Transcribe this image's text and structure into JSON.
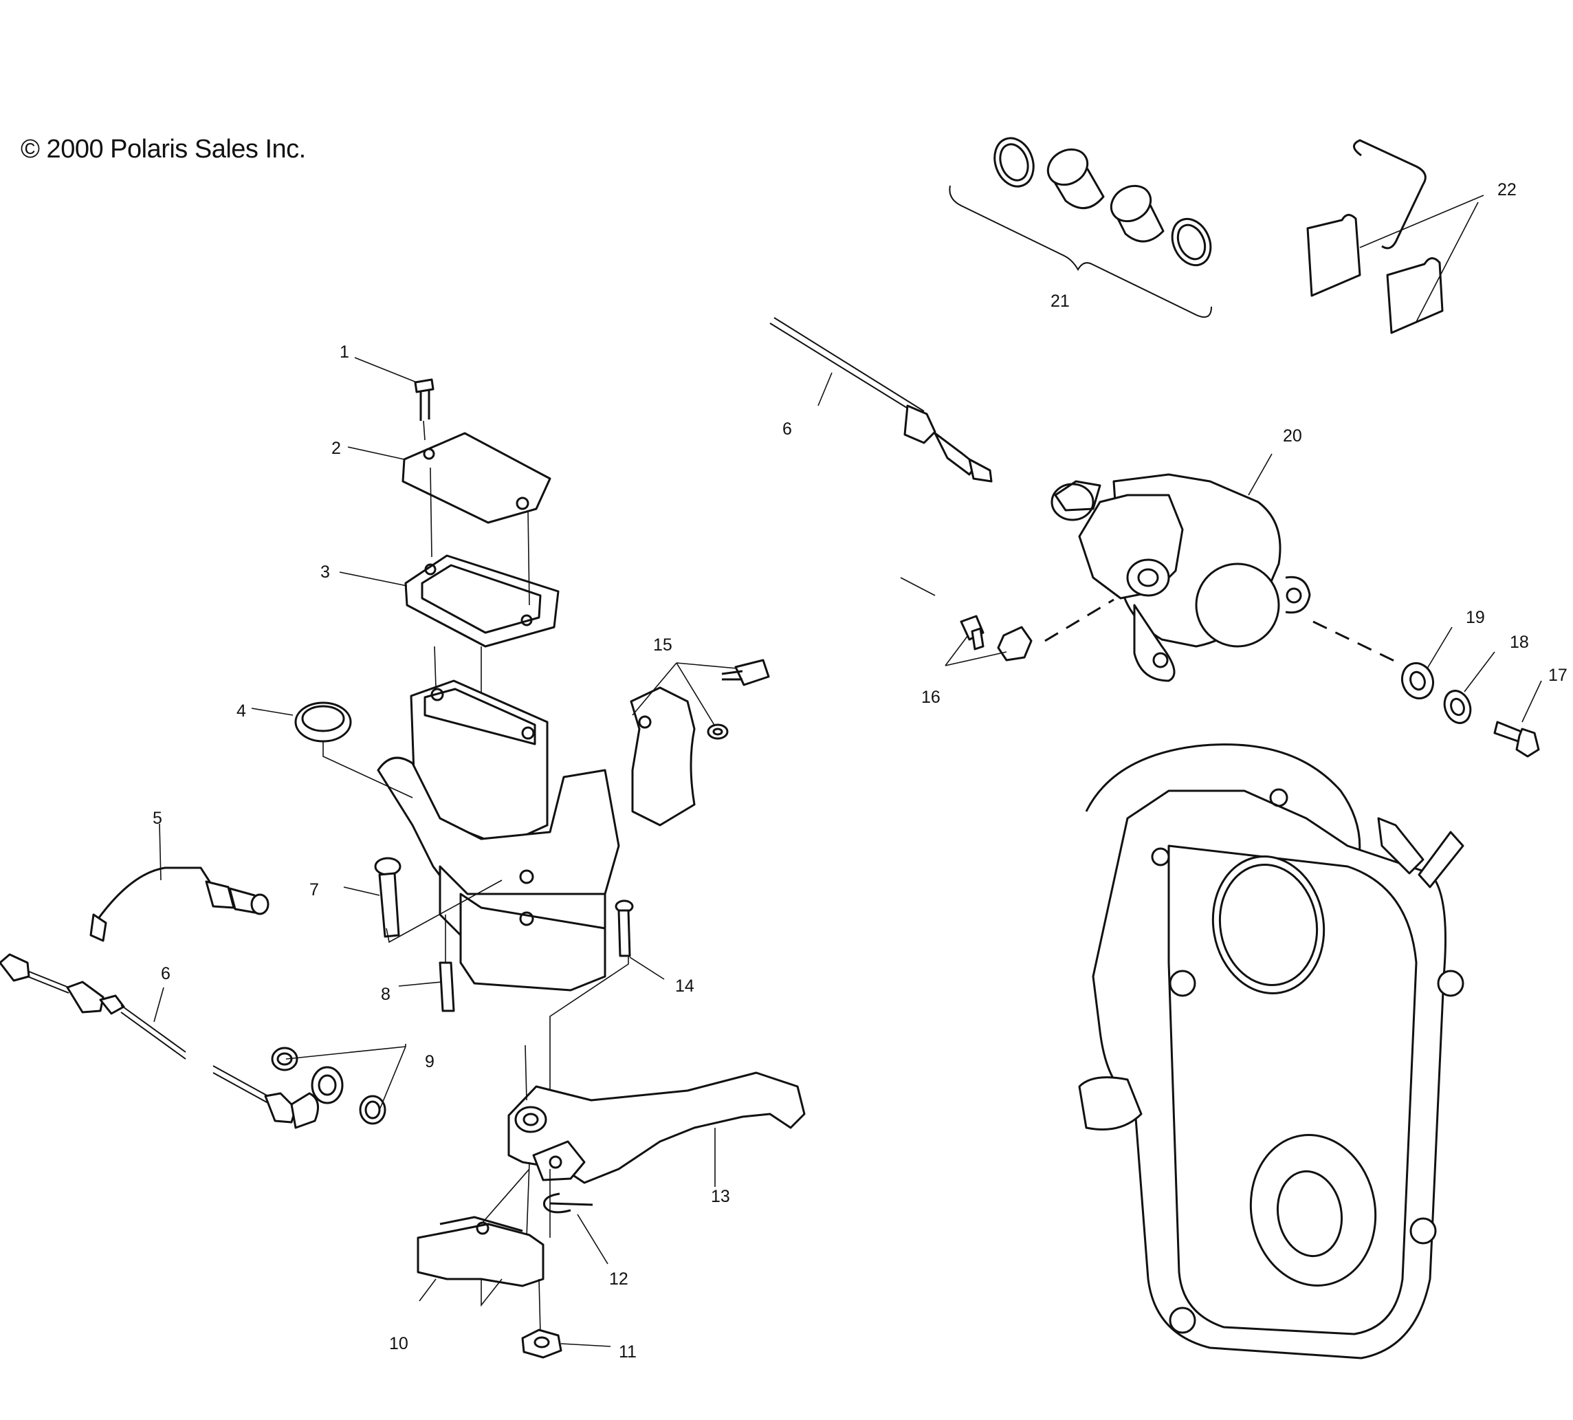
{
  "copyright": "© 2000 Polaris Sales Inc.",
  "callouts": [
    {
      "id": "1",
      "text": "1"
    },
    {
      "id": "2",
      "text": "2"
    },
    {
      "id": "3",
      "text": "3"
    },
    {
      "id": "4",
      "text": "4"
    },
    {
      "id": "5",
      "text": "5"
    },
    {
      "id": "6a",
      "text": "6"
    },
    {
      "id": "6b",
      "text": "6"
    },
    {
      "id": "7",
      "text": "7"
    },
    {
      "id": "8",
      "text": "8"
    },
    {
      "id": "9",
      "text": "9"
    },
    {
      "id": "10",
      "text": "10"
    },
    {
      "id": "11",
      "text": "11"
    },
    {
      "id": "12",
      "text": "12"
    },
    {
      "id": "13",
      "text": "13"
    },
    {
      "id": "14",
      "text": "14"
    },
    {
      "id": "15",
      "text": "15"
    },
    {
      "id": "16",
      "text": "16"
    },
    {
      "id": "17",
      "text": "17"
    },
    {
      "id": "18",
      "text": "18"
    },
    {
      "id": "19",
      "text": "19"
    },
    {
      "id": "20",
      "text": "20"
    },
    {
      "id": "21",
      "text": "21"
    },
    {
      "id": "22",
      "text": "22"
    }
  ],
  "icons": [
    "copyright-symbol"
  ]
}
